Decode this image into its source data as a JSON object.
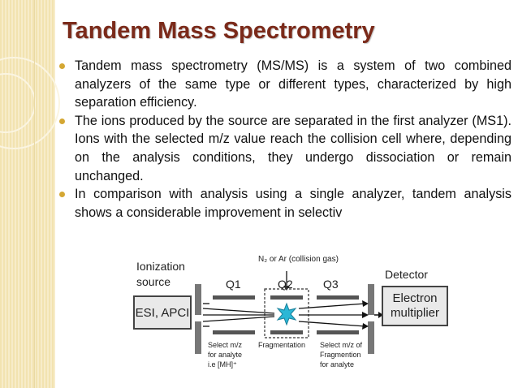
{
  "slide": {
    "title": "Tandem Mass Spectrometry",
    "bullets": [
      "Tandem mass spectrometry (MS/MS) is a system of two combined analyzers of the same type or different types, characterized by high separation efficiency.",
      "The ions produced by the source are separated in the first analyzer (MS1). Ions with the selected m/z value reach the collision cell where, depending on the analysis conditions, they undergo dissociation or remain unchanged.",
      "In comparison with analysis using a single analyzer, tandem analysis shows a considerable improvement in selectiv"
    ],
    "bullet3_tail": "."
  },
  "diagram": {
    "gas_label": "N₂ or Ar (collision gas)",
    "ionization_label_1": "Ionization",
    "ionization_label_2": "source",
    "source_box": "ESI, APCI",
    "q1": "Q1",
    "q2": "Q2",
    "q3": "Q3",
    "detector_label": "Detector",
    "detector_box_1": "Electron",
    "detector_box_2": "multiplier",
    "q1_note": [
      "Select m/z",
      "for analyte",
      "i.e [MH]⁺"
    ],
    "q2_note": "Fragmentation",
    "q3_note": [
      "Select m/z of",
      "Fragmention",
      "for analyte"
    ]
  },
  "colors": {
    "title": "#7b2a1a",
    "bullet": "#d4a733",
    "sidebar": "#f2e3b0",
    "spark": "#2bb7d6"
  }
}
